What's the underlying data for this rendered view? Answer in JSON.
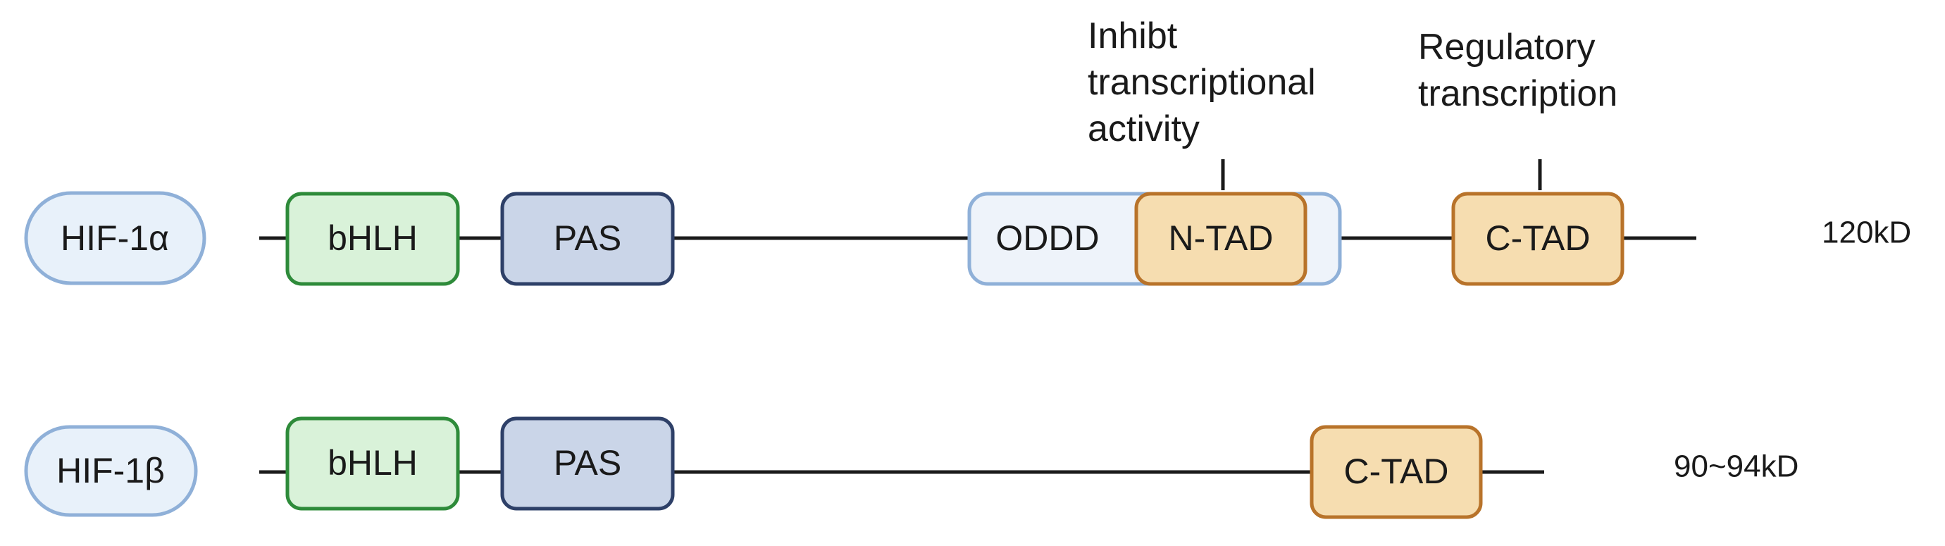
{
  "proteins": [
    {
      "name": "HIF-1α",
      "domains": [
        {
          "label": "bHLH"
        },
        {
          "label": "PAS"
        },
        {
          "label": "ODDD"
        },
        {
          "label": "N-TAD"
        },
        {
          "label": "C-TAD"
        }
      ],
      "size": "120kD"
    },
    {
      "name": "HIF-1β",
      "domains": [
        {
          "label": "bHLH"
        },
        {
          "label": "PAS"
        },
        {
          "label": "C-TAD"
        }
      ],
      "size": "90~94kD"
    }
  ],
  "annotations": {
    "n_tad": [
      "Inhibt",
      "transcriptional",
      "activity"
    ],
    "c_tad": [
      "Regulatory",
      "transcription"
    ]
  },
  "colors": {
    "protein_fill": "#e8f1fa",
    "protein_stroke": "#8fb0d8",
    "bhlh_fill": "#d9f2d9",
    "bhlh_stroke": "#2e8b3a",
    "pas_fill": "#cad5e8",
    "pas_stroke": "#2e4068",
    "oddd_fill": "#eef3fa",
    "oddd_stroke": "#8fb0d8",
    "tad_fill": "#f6ddb0",
    "tad_stroke": "#b8732a",
    "line": "#1a1a1a"
  }
}
